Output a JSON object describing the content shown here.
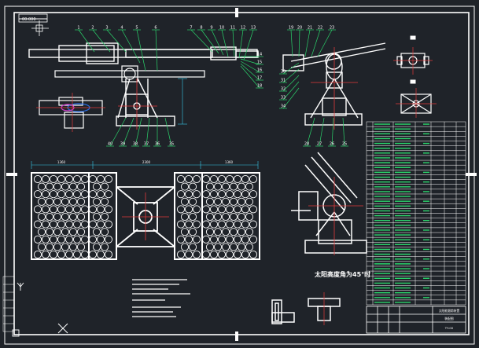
{
  "sheet": {
    "background": "#1f2329",
    "line_color": "#ffffff",
    "callout_color": "#2bd36b",
    "dimension_color": "#37c8e8",
    "center_color": "#e23a3a",
    "accent_color": "#d040d0"
  },
  "main_view": {
    "balloons_top": [
      "1",
      "2",
      "3",
      "4",
      "5",
      "6",
      "7",
      "8",
      "9",
      "10",
      "11",
      "12",
      "13"
    ],
    "balloons_right": [
      "14",
      "15",
      "16",
      "17",
      "18"
    ],
    "balloons_bottom": [
      "40",
      "39",
      "38",
      "37",
      "36",
      "35"
    ]
  },
  "side_view": {
    "balloons_top": [
      "19",
      "20",
      "21",
      "22",
      "23"
    ],
    "balloons_left": [
      "30",
      "31",
      "32",
      "33",
      "34"
    ],
    "balloons_bottom": [
      "28",
      "27",
      "26",
      "25"
    ]
  },
  "tilted_view": {
    "caption": "太阳高度角为45°时"
  },
  "plan_view": {
    "dim_left": "1360",
    "dim_middle": "2300",
    "dim_right": "1360"
  },
  "title_block": {
    "labels": [
      "太阳能跟踪装置",
      "装配图",
      "TY-00"
    ]
  },
  "icons": {
    "ucs": "ucs-axis-icon",
    "crosshair": "model-crosshair-icon",
    "viewcube": "viewcube-icon"
  }
}
